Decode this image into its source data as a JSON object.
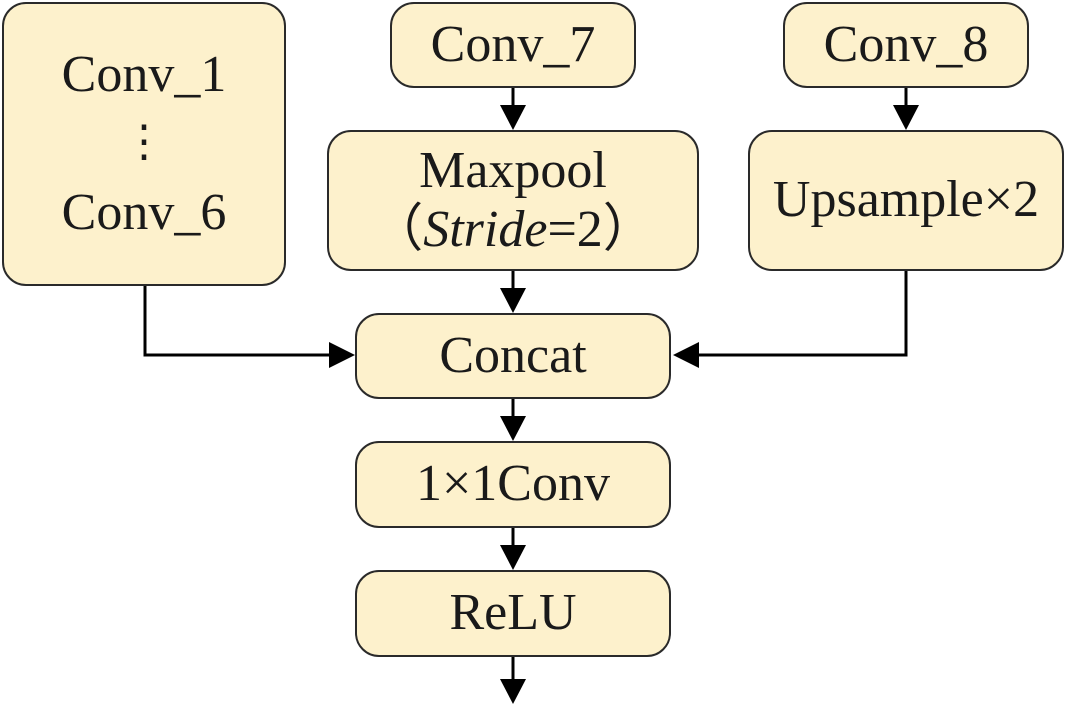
{
  "nodes": {
    "conv_group": {
      "top_label": "Conv_1",
      "ellipsis": "⋮",
      "bottom_label": "Conv_6"
    },
    "conv7": {
      "label": "Conv_7"
    },
    "conv8": {
      "label": "Conv_8"
    },
    "maxpool": {
      "line1": "Maxpool",
      "paren_open": "（",
      "param_name": "Stride",
      "param_value": "=2",
      "paren_close": "）"
    },
    "upsample": {
      "label": "Upsample×2"
    },
    "concat": {
      "label": "Concat"
    },
    "conv1x1": {
      "label": "1×1Conv"
    },
    "relu": {
      "label": "ReLU"
    }
  },
  "colors": {
    "node_fill": "#fdf1cc",
    "node_border": "#2a2a2a",
    "arrow": "#000000"
  }
}
